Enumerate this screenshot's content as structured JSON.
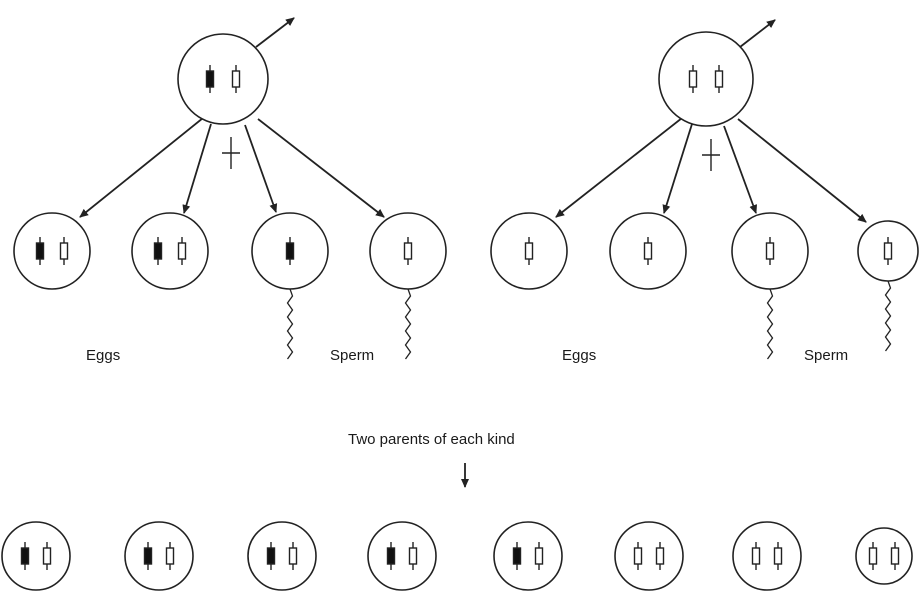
{
  "labels": {
    "eggs_left": "Eggs",
    "sperm_left": "Sperm",
    "eggs_right": "Eggs",
    "sperm_right": "Sperm",
    "caption": "Two parents of each kind"
  },
  "colors": {
    "stroke": "#222222",
    "chromosome_dark": "#111111",
    "chromosome_light": "#ffffff"
  },
  "parents": [
    {
      "id": "parent-left",
      "chromosomes": [
        "dark",
        "light"
      ]
    },
    {
      "id": "parent-right",
      "chromosomes": [
        "light",
        "light"
      ]
    }
  ],
  "gametes_left": [
    {
      "type": "egg",
      "chromosomes": [
        "dark",
        "light"
      ]
    },
    {
      "type": "egg",
      "chromosomes": [
        "dark",
        "light"
      ]
    },
    {
      "type": "sperm",
      "chromosomes": [
        "dark"
      ]
    },
    {
      "type": "sperm",
      "chromosomes": [
        "light"
      ]
    }
  ],
  "gametes_right": [
    {
      "type": "egg",
      "chromosomes": [
        "light"
      ]
    },
    {
      "type": "egg",
      "chromosomes": [
        "light"
      ]
    },
    {
      "type": "sperm",
      "chromosomes": [
        "light"
      ]
    },
    {
      "type": "sperm",
      "chromosomes": [
        "light"
      ]
    }
  ],
  "offspring": [
    [
      "dark",
      "light"
    ],
    [
      "dark",
      "light"
    ],
    [
      "dark",
      "light"
    ],
    [
      "dark",
      "light"
    ],
    [
      "dark",
      "light"
    ],
    [
      "light",
      "light"
    ],
    [
      "light",
      "light"
    ],
    [
      "light",
      "light"
    ]
  ]
}
